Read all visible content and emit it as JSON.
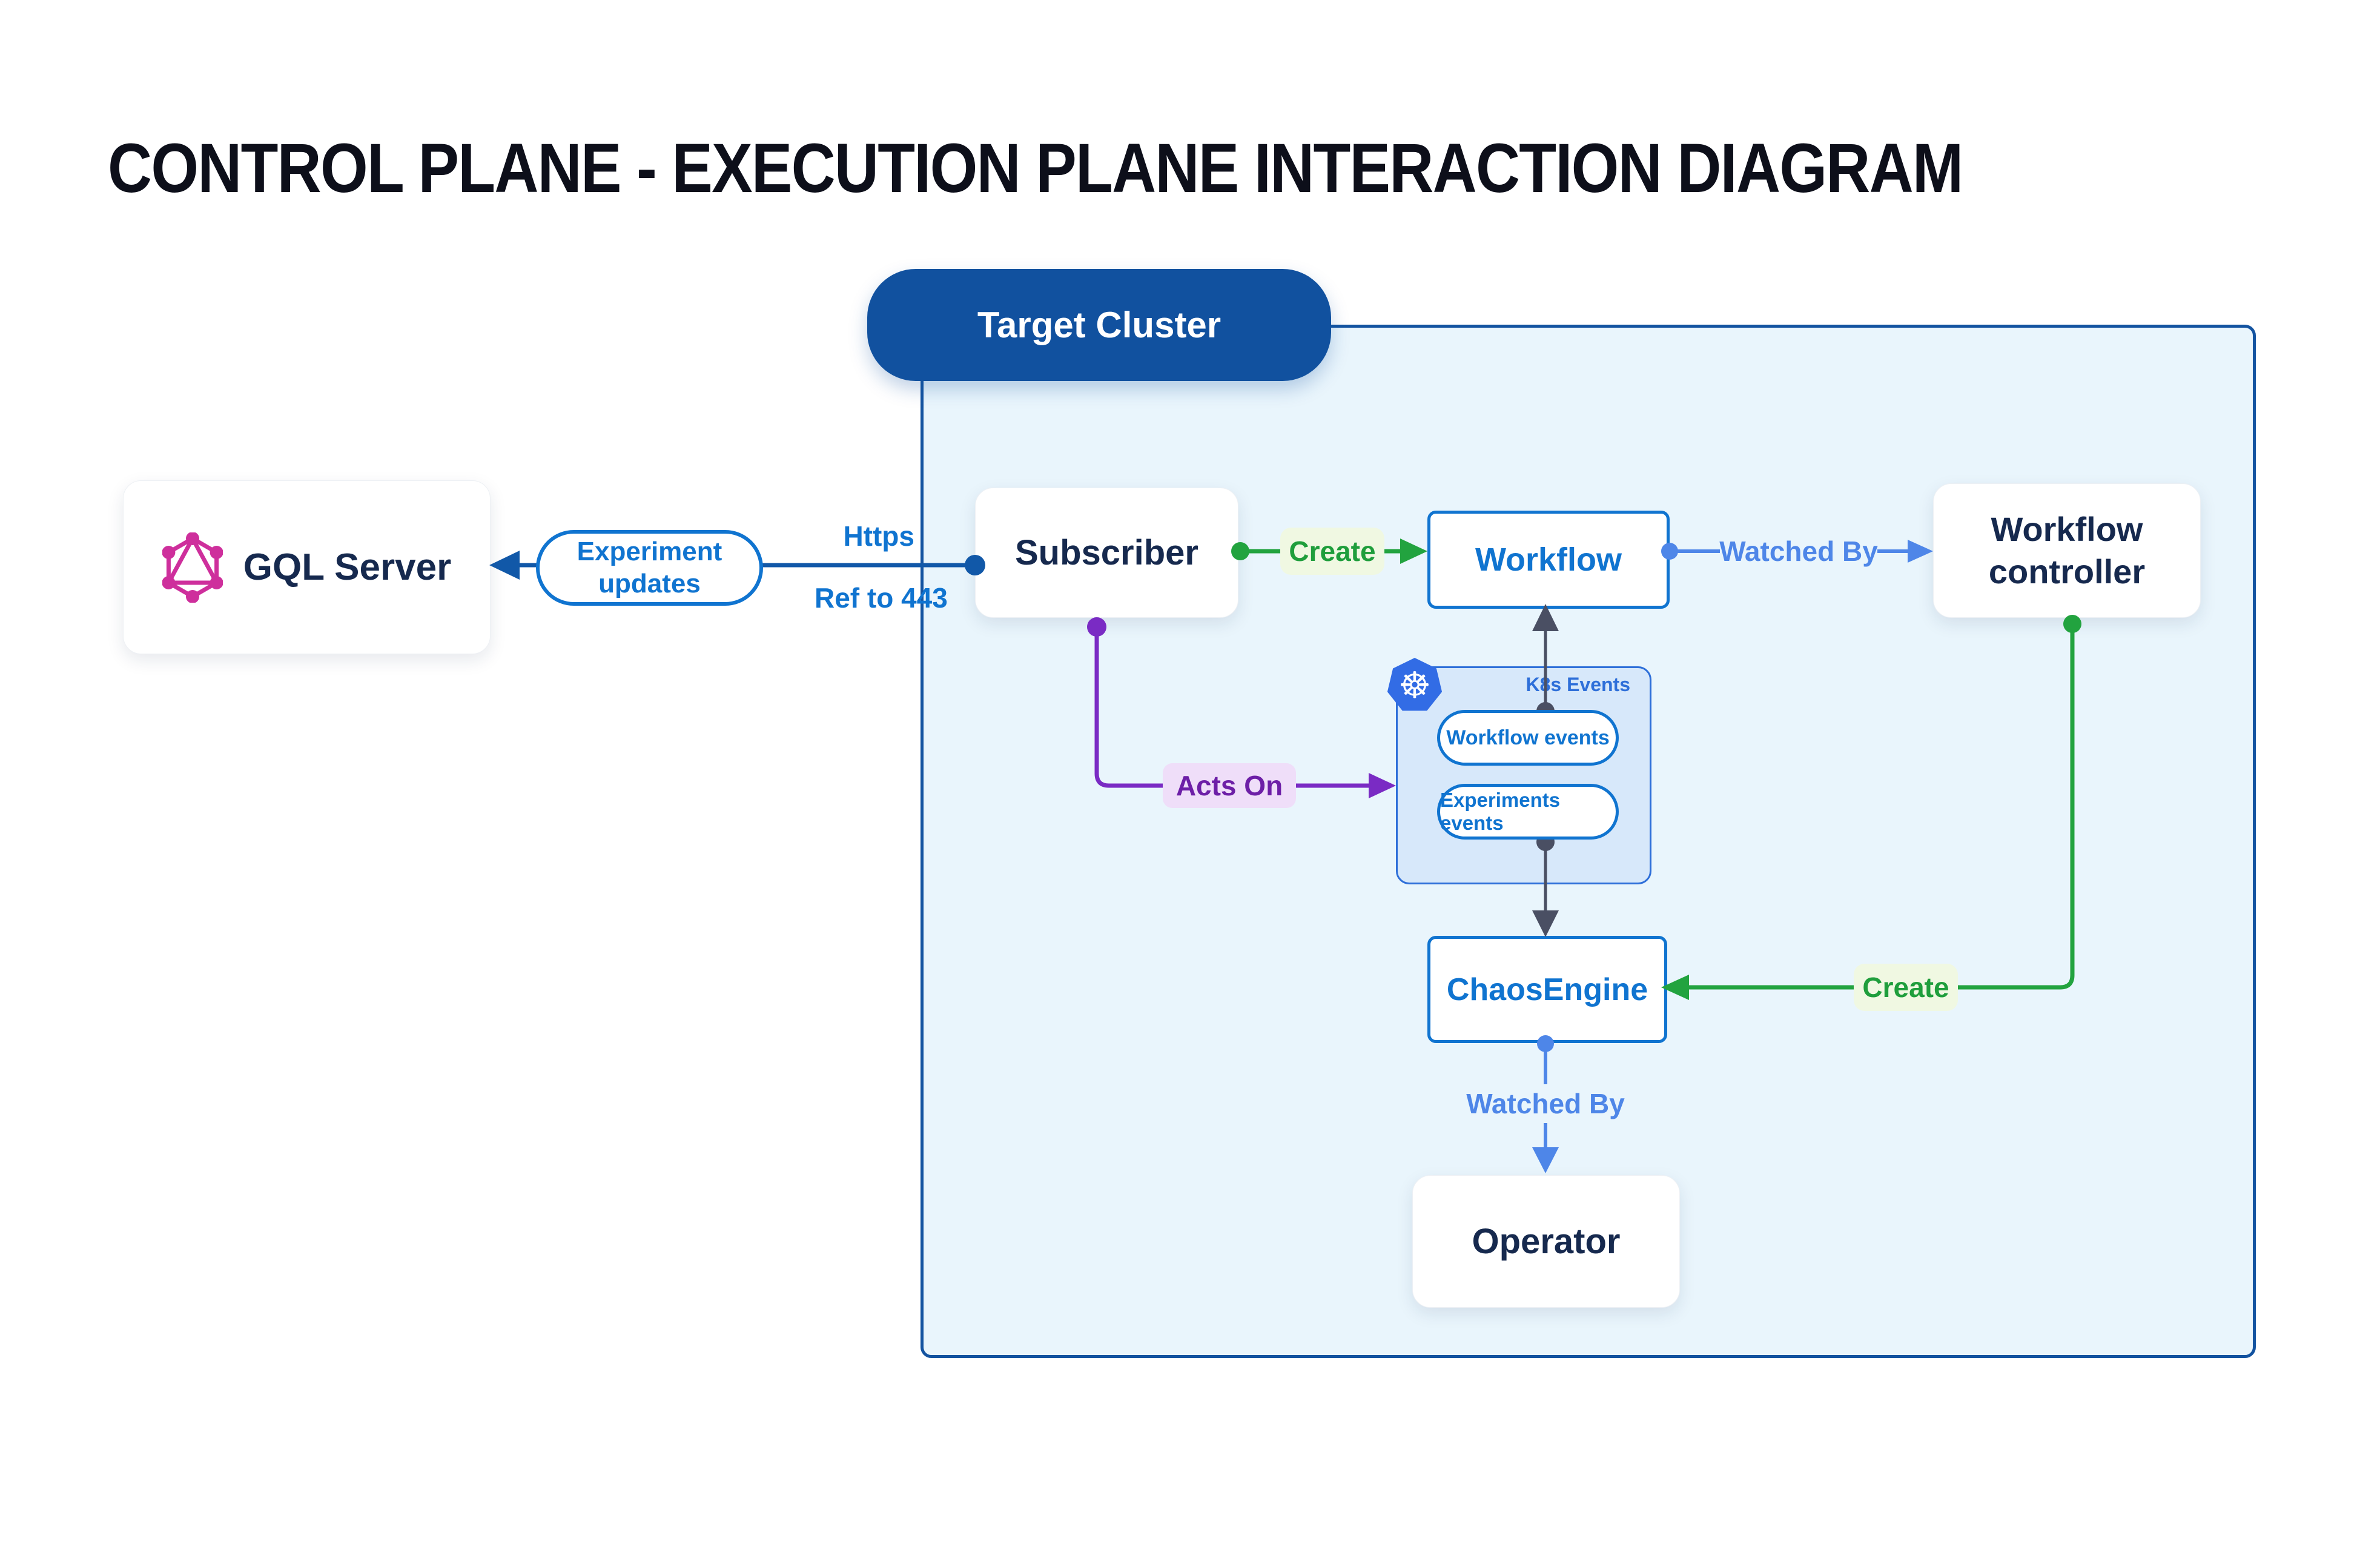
{
  "title": "CONTROL PLANE - EXECUTION PLANE INTERACTION DIAGRAM",
  "cluster": {
    "label": "Target Cluster",
    "k8s_events": {
      "label": "K8s Events",
      "pills": {
        "workflow": "Workflow events",
        "experiments": "Experiments events"
      }
    }
  },
  "nodes": {
    "gql_server": "GQL Server",
    "subscriber": "Subscriber",
    "workflow": "Workflow",
    "workflow_controller": "Workflow controller",
    "chaos_engine": "ChaosEngine",
    "operator": "Operator"
  },
  "edges": {
    "experiment_updates": "Experiment updates",
    "https": "Https",
    "ref_443": "Ref to 443",
    "create_workflow": "Create",
    "watched_by_workflow": "Watched By",
    "acts_on": "Acts On",
    "create_chaosengine": "Create",
    "watched_by_operator": "Watched By"
  },
  "icons": {
    "graphql": "graphql-logo",
    "kubernetes": "kubernetes-logo"
  },
  "colors": {
    "cluster_fill": "#e9f5fc",
    "cluster_border": "#1353a0",
    "target_pill": "#11519f",
    "node_blue": "#1074d0",
    "navy_text": "#16294e",
    "watched_blue": "#4e86e8",
    "https_line": "#1158a8",
    "green": "#22a33f",
    "green_label_bg": "#f0f8e2",
    "purple": "#7a2bc4",
    "purple_label_bg": "#efdef9",
    "gray_line": "#4a4f63",
    "k8s_box_fill": "#d7e8fa",
    "k8s_box_border": "#2e6fd9",
    "k8s_logo_blue": "#326ce5",
    "graphql_pink": "#ce2f9c"
  }
}
